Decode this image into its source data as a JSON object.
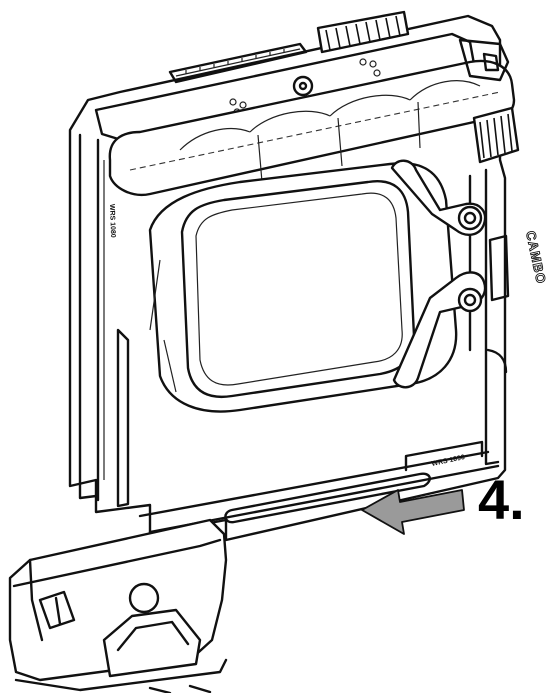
{
  "step_label": "4.",
  "brand_label": "CAMBO",
  "part_code_left": "WRS 1080",
  "part_code_right": "WRS 1096",
  "arrow_color": "#9a9a9a"
}
